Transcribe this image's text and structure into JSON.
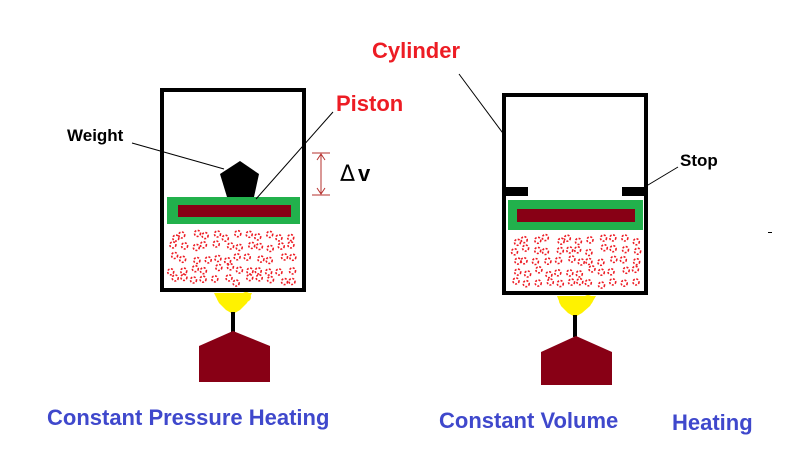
{
  "labels": {
    "weight": "Weight",
    "piston": "Piston",
    "delta_v_symbol": "Δ",
    "delta_v_letter": "v",
    "cylinder": "Cylinder",
    "stop": "Stop"
  },
  "captions": {
    "left": "Constant Pressure Heating",
    "right_part1": "Constant Volume",
    "right_part2": "Heating"
  },
  "colors": {
    "outline": "#000000",
    "piston_outer": "#22b14c",
    "piston_inner": "#880015",
    "gas_dots": "#ed1c24",
    "flame": "#fff200",
    "burner": "#880015",
    "label_red": "#ed1c24",
    "caption_blue": "#3f48cc",
    "delta_arrow": "#b5302e"
  }
}
